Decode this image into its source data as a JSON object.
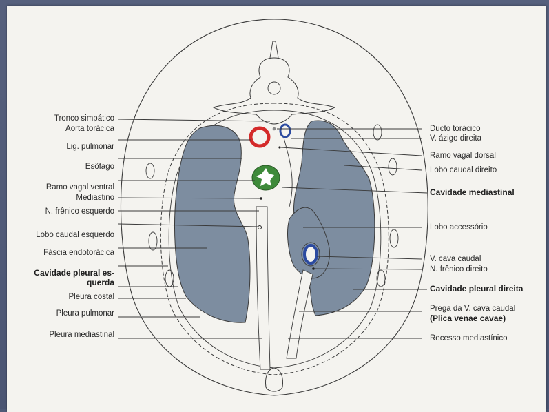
{
  "colors": {
    "page": "#f4f3ef",
    "lung_fill": "#7d8da0",
    "aorta": "#d42a2a",
    "azygos": "#2b4aa0",
    "esophagus": "#3e8a3a",
    "vena_cava": "#2b4aa0",
    "line": "#3a3a3a"
  },
  "labels_left": [
    {
      "text": "Tronco simpático"
    },
    {
      "text": "Aorta torácica"
    },
    {
      "text": "Lig. pulmonar"
    },
    {
      "text": "Esôfago"
    },
    {
      "text": "Ramo vagal ventral"
    },
    {
      "text": "Mediastino"
    },
    {
      "text": "N. frênico esquerdo"
    },
    {
      "text": "Lobo caudal esquerdo"
    },
    {
      "text": "Fáscia endotorácica"
    },
    {
      "text": "Cavidade pleural es-"
    },
    {
      "text": "querda"
    },
    {
      "text": "Pleura costal"
    },
    {
      "text": "Pleura pulmonar"
    },
    {
      "text": "Pleura mediastinal"
    }
  ],
  "labels_right": [
    {
      "text": "Ducto torácico"
    },
    {
      "text": "V. ázigo direita"
    },
    {
      "text": "Ramo vagal dorsal"
    },
    {
      "text": "Lobo caudal direito"
    },
    {
      "text": "Cavidade mediastinal"
    },
    {
      "text": "Lobo accessório"
    },
    {
      "text": "V. cava caudal"
    },
    {
      "text": "N. frênico direito"
    },
    {
      "text": "Cavidade pleural direita"
    },
    {
      "text": "Prega da V. cava caudal"
    },
    {
      "text": "(Plica venae cavae)"
    },
    {
      "text": "Recesso mediastínico"
    }
  ]
}
